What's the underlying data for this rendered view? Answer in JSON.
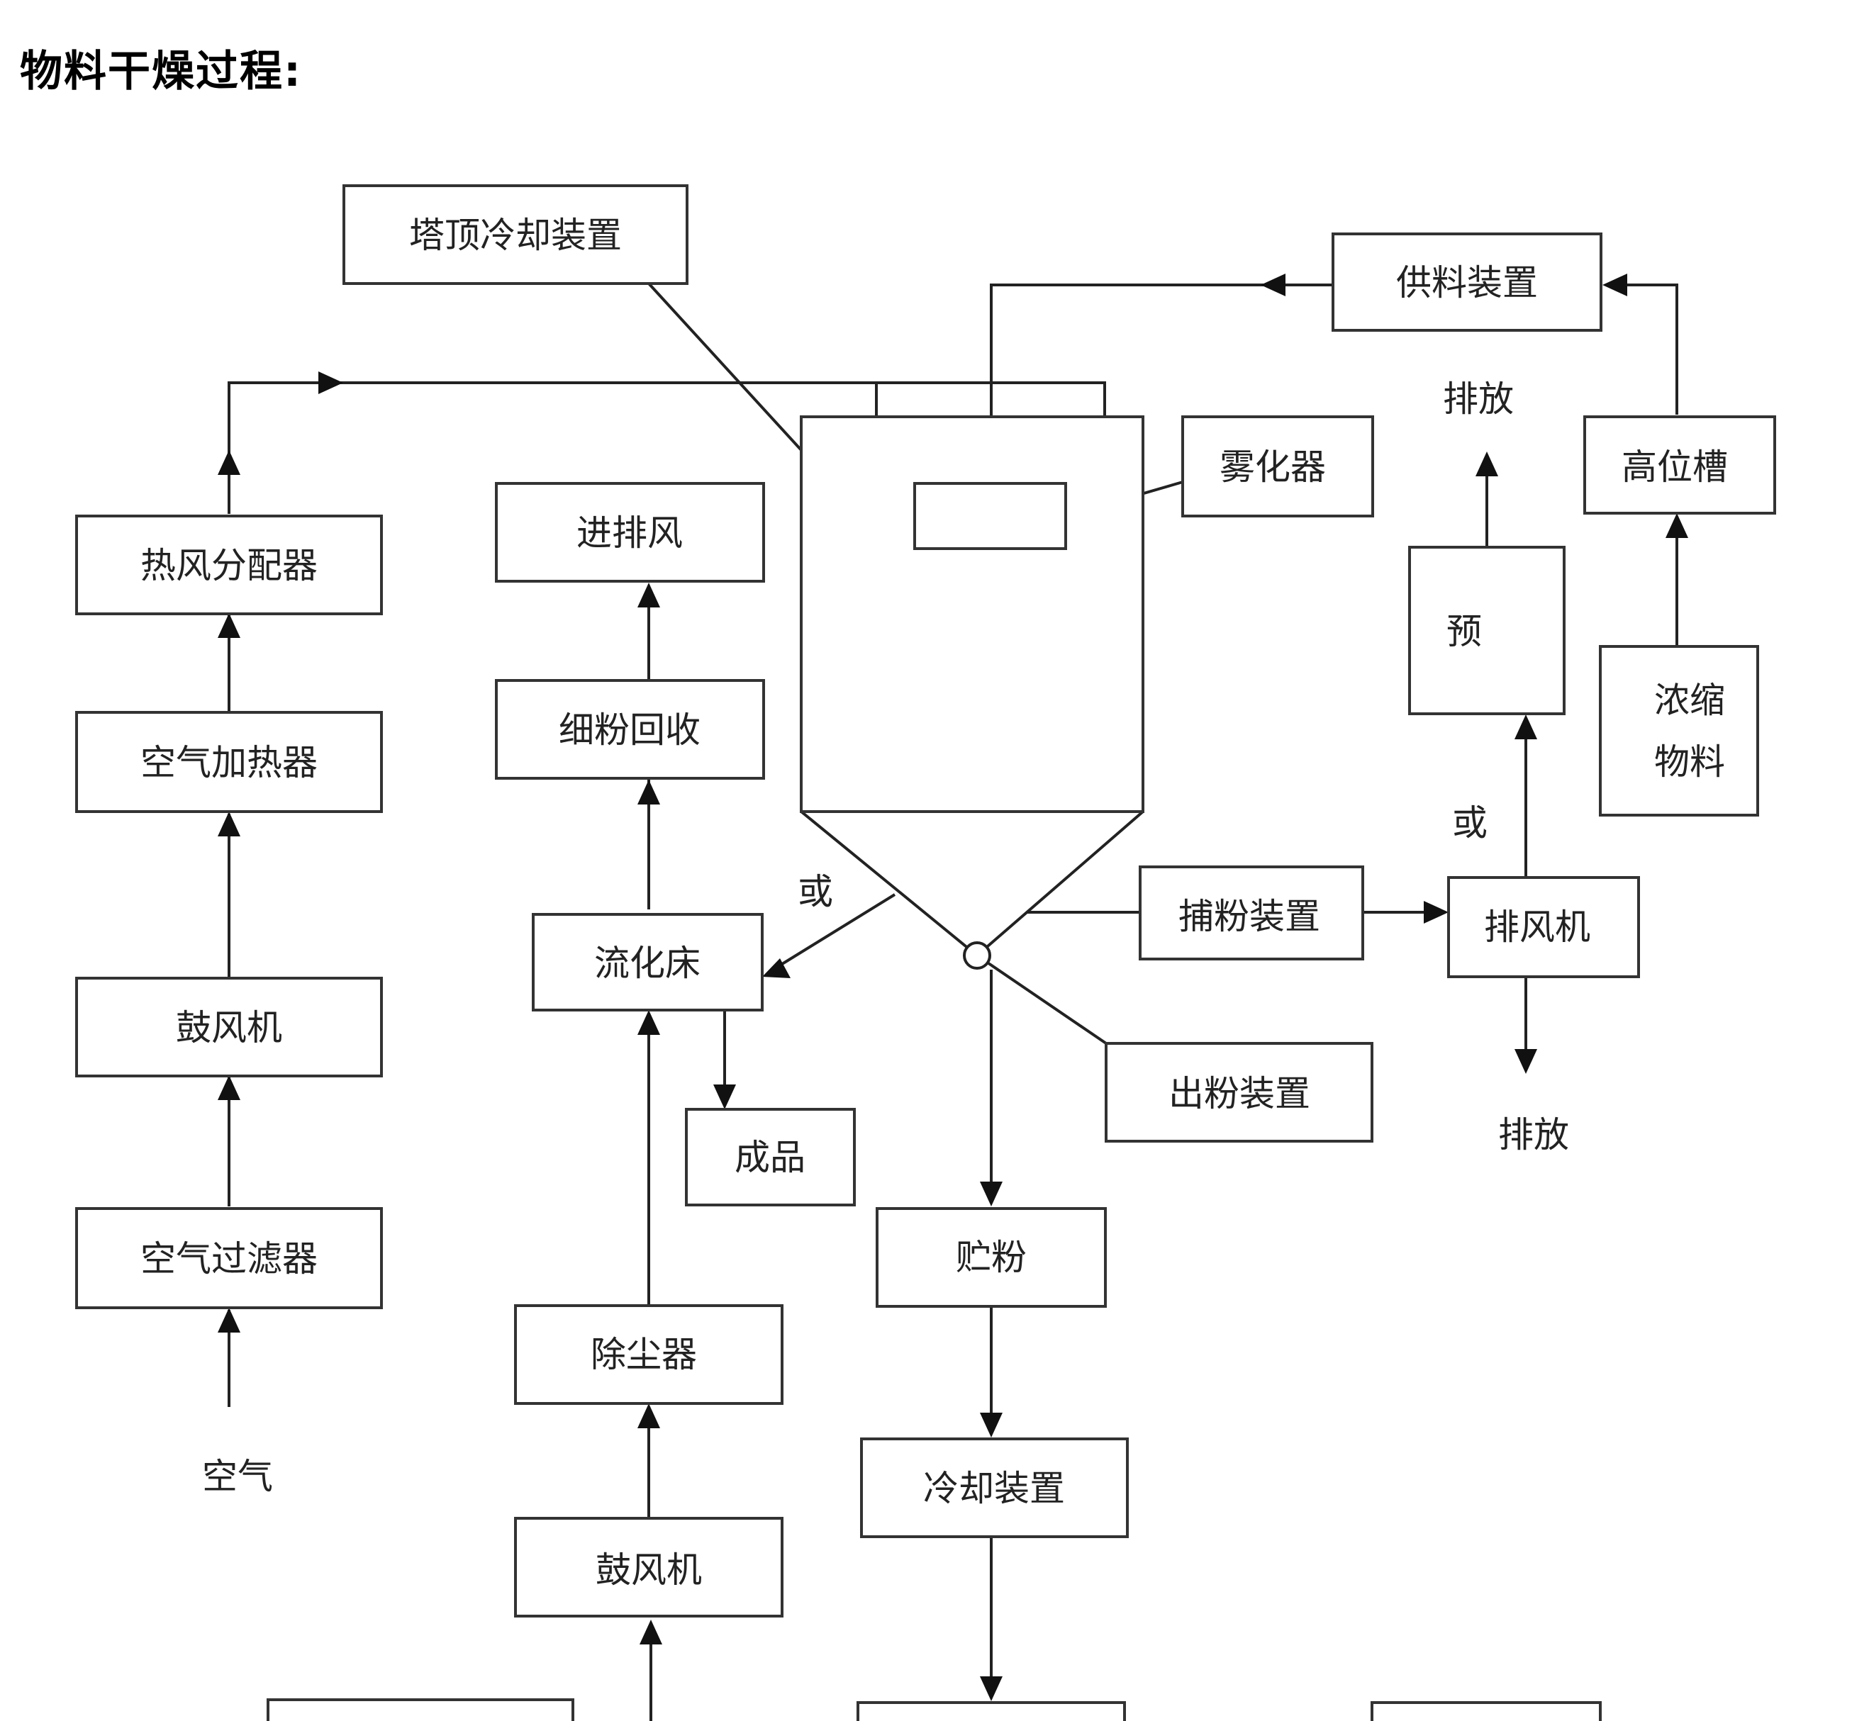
{
  "title": "物料干燥过程:",
  "boxes": {
    "tower_cooling": "塔顶冷却装置",
    "feeding_device": "供料装置",
    "hot_air_distributor": "热风分配器",
    "air_heater": "空气加热器",
    "blower_left": "鼓风机",
    "air_filter": "空气过滤器",
    "air_in_out": "进排风",
    "fine_powder_recovery": "细粉回收",
    "fluid_bed": "流化床",
    "finished_product": "成品",
    "dust_collector": "除尘器",
    "blower_mid": "鼓风机",
    "atomizer": "雾化器",
    "high_tank": "高位槽",
    "pre": "预",
    "concentrated_material_1": "浓缩",
    "concentrated_material_2": "物料",
    "powder_catcher": "捕粉装置",
    "exhaust_fan": "排风机",
    "powder_outlet": "出粉装置",
    "powder_storage": "贮粉",
    "cooling_device": "冷却装置"
  },
  "labels": {
    "air": "空气",
    "or_left": "或",
    "or_right": "或",
    "discharge_top": "排放",
    "discharge_bottom": "排放"
  }
}
